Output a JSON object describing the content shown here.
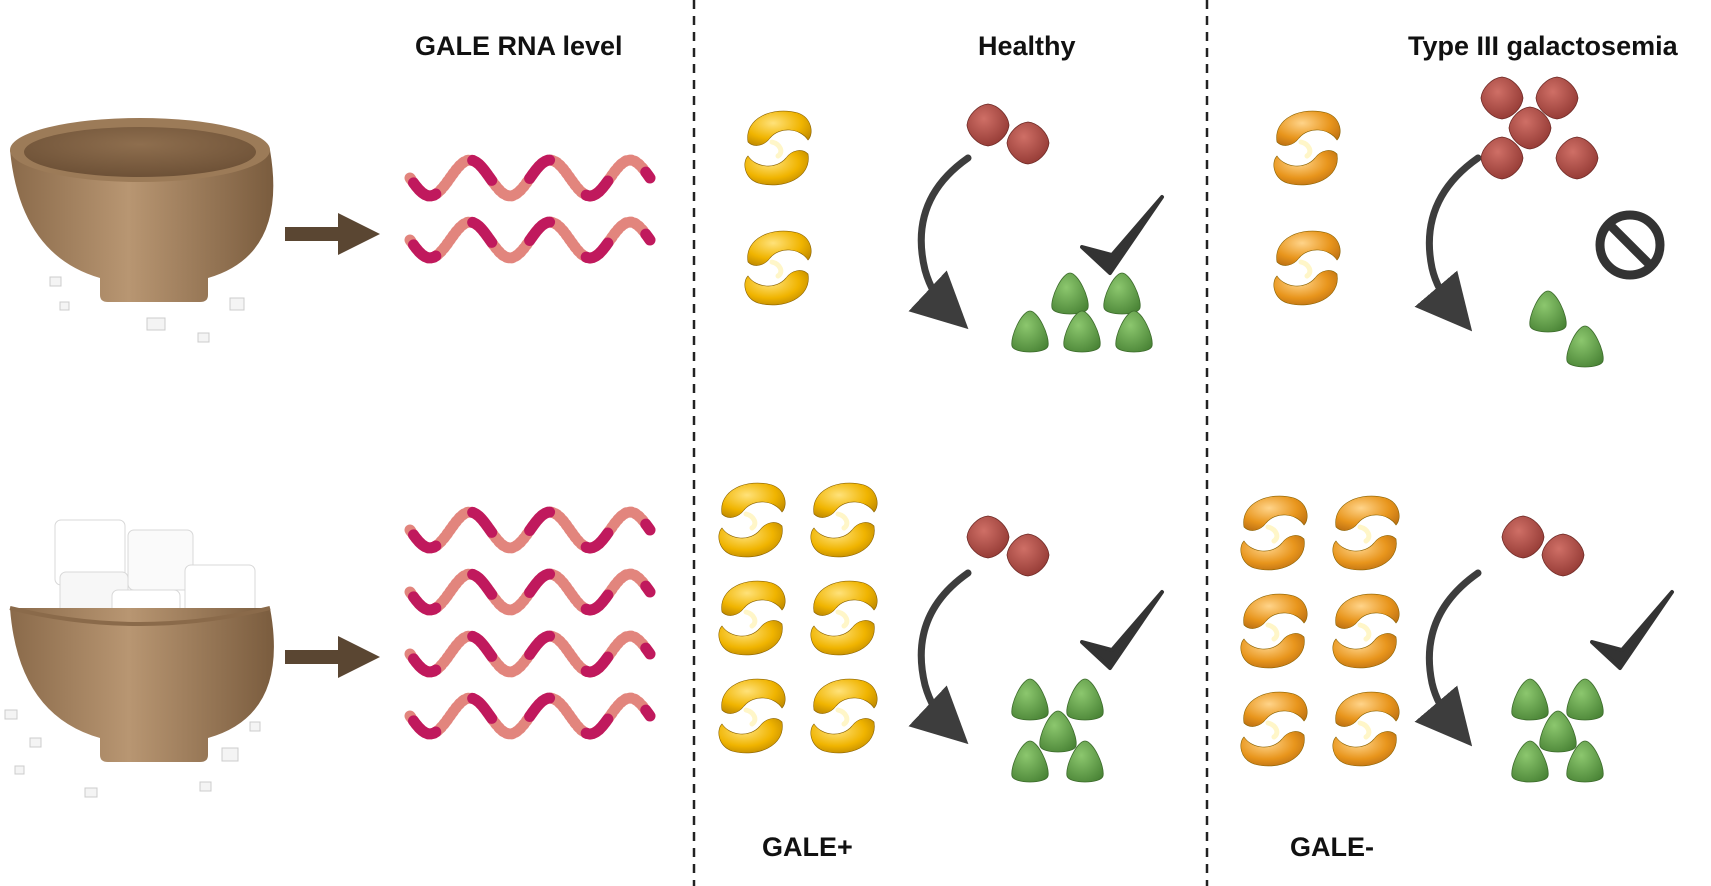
{
  "headers": {
    "rna_level": "GALE RNA level",
    "healthy": "Healthy",
    "disease": "Type III galactosemia"
  },
  "labels": {
    "gale_plus": "GALE+",
    "gale_minus": "GALE-"
  },
  "conditions": [
    {
      "sugar": "low",
      "rna_strands": 2
    },
    {
      "sugar": "high",
      "rna_strands": 4
    }
  ],
  "panels": [
    {
      "column": "Healthy",
      "condition": "low",
      "enzymes": 2,
      "substrates": 2,
      "products": 5,
      "outcome": "check"
    },
    {
      "column": "Type III galactosemia",
      "condition": "low",
      "enzymes": 2,
      "substrates": 5,
      "products": 2,
      "outcome": "blocked"
    },
    {
      "column": "Healthy",
      "condition": "high",
      "enzymes": 6,
      "substrates": 2,
      "products": 5,
      "outcome": "check"
    },
    {
      "column": "Type III galactosemia",
      "condition": "high",
      "enzymes": 6,
      "substrates": 2,
      "products": 5,
      "outcome": "check"
    }
  ],
  "colors": {
    "arrow": "#5a4632",
    "rna_dark": "#c0195d",
    "rna_light": "#e2857d",
    "enzyme_healthy": "#f0b400",
    "enzyme_disease": "#e8951c",
    "substrate": "#a8453f",
    "product": "#5f9e47",
    "check": "#333333",
    "bowl": "#9f7e5c"
  }
}
